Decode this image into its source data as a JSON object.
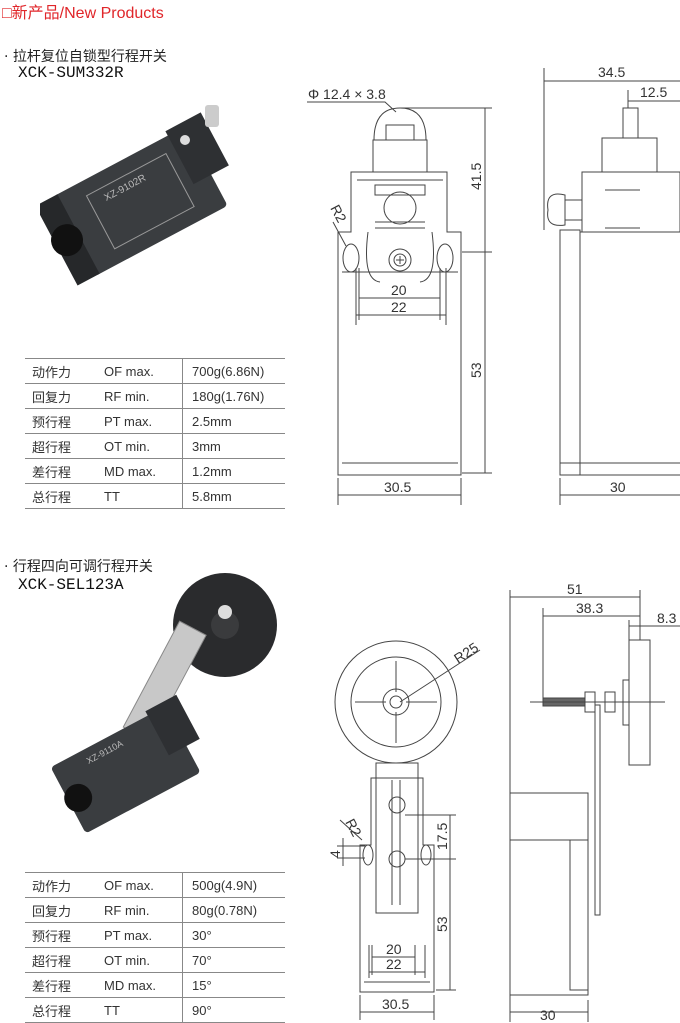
{
  "header": {
    "title": "□新产品/New Products",
    "color": "#e0262a"
  },
  "products": [
    {
      "title": "· 拉杆复位自锁型行程开关",
      "model": "XCK-SUM332R",
      "photo_label": "XZ-9102R",
      "specs": [
        {
          "name": "动作力",
          "code": "OF  max.",
          "value": "700g(6.86N)"
        },
        {
          "name": "回复力",
          "code": "RF  min.",
          "value": "180g(1.76N)"
        },
        {
          "name": "预行程",
          "code": "PT  max.",
          "value": "2.5mm"
        },
        {
          "name": "超行程",
          "code": "OT  min.",
          "value": "3mm"
        },
        {
          "name": "差行程",
          "code": "MD max.",
          "value": "1.2mm"
        },
        {
          "name": "总行程",
          "code": "TT",
          "value": "5.8mm"
        }
      ],
      "dims": {
        "roller": "Φ 12.4 × 3.8",
        "upper": "41.5",
        "lower": "53",
        "r": "R2",
        "hole_inner": "20",
        "hole_outer": "22",
        "width": "30.5",
        "depth_total": "34.5",
        "depth_offset": "12.5",
        "depth": "30"
      }
    },
    {
      "title": "· 行程四向可调行程开关",
      "model": "XCK-SEL123A",
      "photo_label": "XZ-9110A",
      "specs": [
        {
          "name": "动作力",
          "code": "OF  max.",
          "value": "500g(4.9N)"
        },
        {
          "name": "回复力",
          "code": "RF  min.",
          "value": "80g(0.78N)"
        },
        {
          "name": "预行程",
          "code": "PT  max.",
          "value": "30°"
        },
        {
          "name": "超行程",
          "code": "OT  min.",
          "value": "70°"
        },
        {
          "name": "差行程",
          "code": "MD max.",
          "value": "15°"
        },
        {
          "name": "总行程",
          "code": "TT",
          "value": "90°"
        }
      ],
      "dims": {
        "wheel_r": "R25",
        "r": "R2",
        "slot": "4",
        "adjust": "17.5",
        "lower": "53",
        "hole_inner": "20",
        "hole_outer": "22",
        "width": "30.5",
        "reach": "51",
        "rod": "38.3",
        "wheel_w": "8.3",
        "depth": "30"
      }
    }
  ]
}
